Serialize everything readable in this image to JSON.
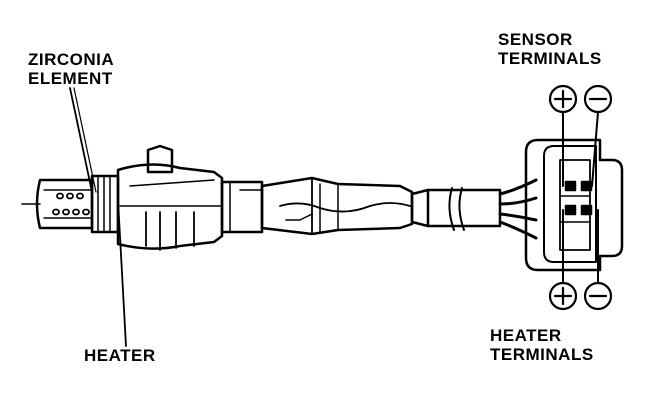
{
  "labels": {
    "zirconia_line1": "ZIRCONIA",
    "zirconia_line2": "ELEMENT",
    "heater": "HEATER",
    "sensor_line1": "SENSOR",
    "sensor_line2": "TERMINALS",
    "heater_terms_line1": "HEATER",
    "heater_terms_line2": "TERMINALS"
  },
  "symbols": {
    "sensor_positive": "+",
    "sensor_negative": "−",
    "heater_positive": "+",
    "heater_negative": "−"
  },
  "colors": {
    "ink": "#000000",
    "paper": "#ffffff"
  }
}
